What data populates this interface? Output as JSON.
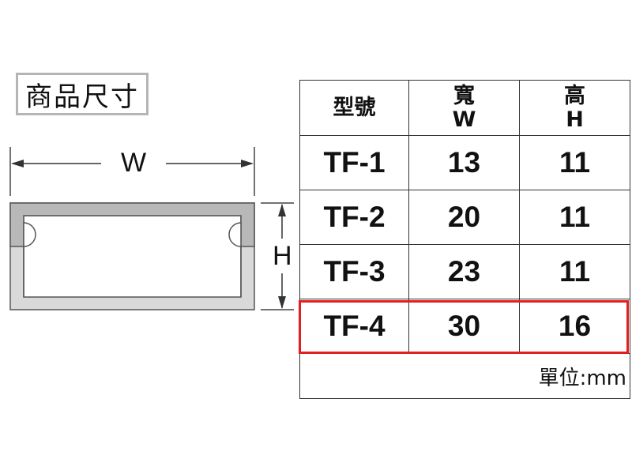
{
  "title": "商品尺寸",
  "diagram": {
    "width_label": "W",
    "height_label": "H"
  },
  "table": {
    "headers": [
      {
        "line1": "型號",
        "line2": ""
      },
      {
        "line1": "寬",
        "line2": "W"
      },
      {
        "line1": "高",
        "line2": "H"
      }
    ],
    "rows": [
      [
        "TF-1",
        "13",
        "11"
      ],
      [
        "TF-2",
        "20",
        "11"
      ],
      [
        "TF-3",
        "23",
        "11"
      ],
      [
        "TF-4",
        "30",
        "16"
      ]
    ],
    "unit": "單位:mm",
    "highlighted_row": "TF-4"
  },
  "colors": {
    "highlight": "#e02020",
    "profile_fill": "#d9d9d9",
    "profile_stroke": "#555555"
  }
}
